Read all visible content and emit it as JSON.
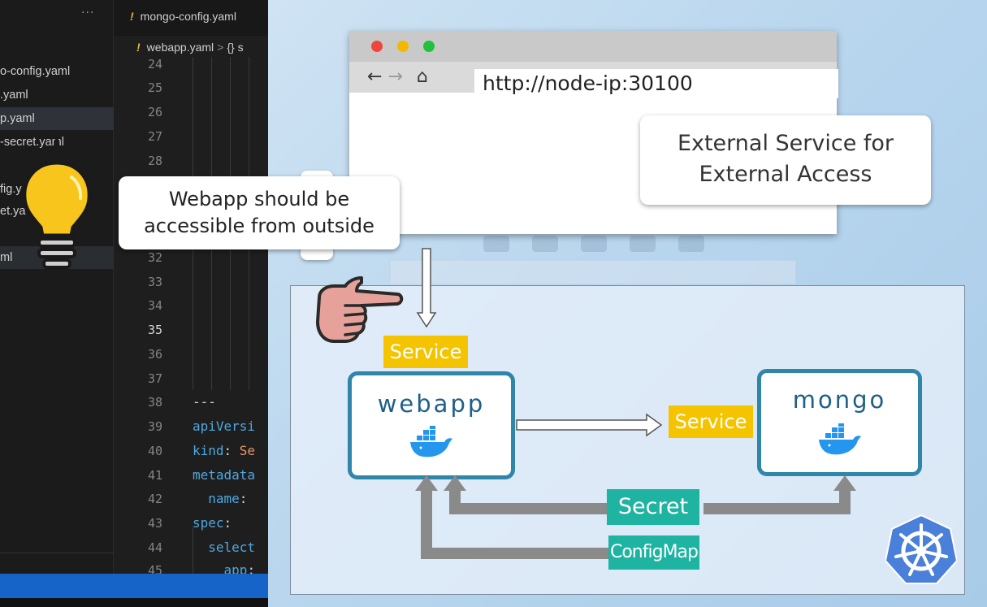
{
  "explorer": {
    "more_actions": "···",
    "files": [
      "o-config.yaml",
      ".yaml",
      "p.yaml",
      "-secret.yaml",
      "fig.y",
      "et.ya",
      "ml"
    ]
  },
  "editor": {
    "tab": {
      "marker": "!",
      "label": "mongo-config.yaml"
    },
    "breadcrumb": {
      "marker": "!",
      "file": "webapp.yaml",
      "separator": ">",
      "symbol": "{} s"
    },
    "line_numbers": [
      "24",
      "25",
      "26",
      "27",
      "28",
      "32",
      "33",
      "34",
      "35",
      "36",
      "37",
      "38",
      "39",
      "40",
      "41",
      "42",
      "43",
      "44",
      "45"
    ],
    "current_line": "35",
    "code": [
      {
        "line": "38",
        "text": "---"
      },
      {
        "line": "39",
        "key": "apiVersi",
        "value": ""
      },
      {
        "line": "40",
        "key": "kind",
        "sep": ": ",
        "value": "Se"
      },
      {
        "line": "41",
        "key": "metadata",
        "value": ""
      },
      {
        "line": "42",
        "key": "  name",
        "sep": ": ",
        "value": ""
      },
      {
        "line": "43",
        "key": "spec",
        "sep": ":",
        "value": ""
      },
      {
        "line": "44",
        "key": "  select",
        "value": ""
      },
      {
        "line": "45",
        "key": "    app",
        "sep": ":",
        "value": ""
      }
    ]
  },
  "slide": {
    "url": "http://node-ip:30100",
    "external_callout": [
      "External Service for",
      "External Access"
    ],
    "idea_callout": [
      "Webapp should be",
      "accessible from outside"
    ],
    "webapp_service_label": "Service",
    "mongo_service_label": "Service",
    "webapp_pod": "webapp",
    "mongo_pod": "mongo",
    "secret_label": "Secret",
    "configmap_label": "ConfigMap"
  },
  "colors": {
    "service_yellow": "#f5c400",
    "pod_border": "#2f86a8",
    "resource_teal": "#1fb3a1",
    "kubernetes_blue": "#3a6fd8",
    "statusbar_blue": "#1664c8"
  }
}
